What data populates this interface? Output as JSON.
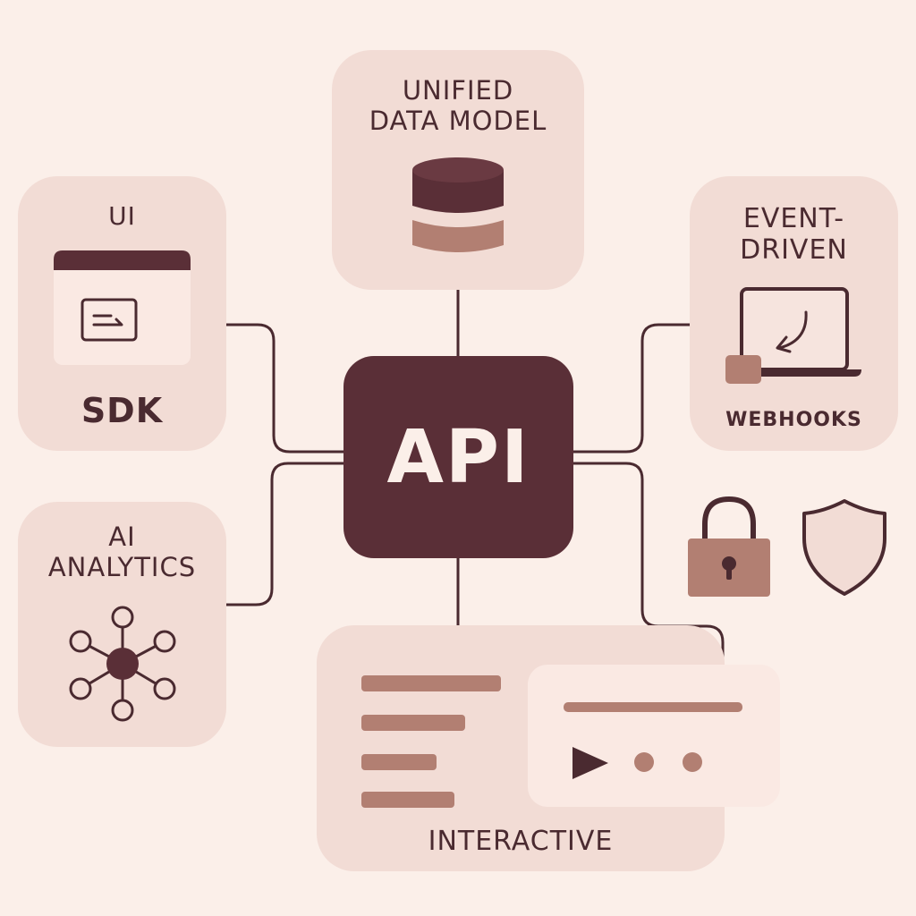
{
  "colors": {
    "background": "#fbefe9",
    "card": "#f2dcd5",
    "dark": "#5a2f37",
    "muted": "#b27f72",
    "line": "#4a2a30"
  },
  "api": {
    "label": "API"
  },
  "cards": {
    "ui_sdk": {
      "top_label": "UI",
      "bottom_label": "SDK",
      "icon": "browser-window-icon"
    },
    "unified_data_model": {
      "label": "UNIFIED\nDATA MODEL",
      "icon": "database-icon"
    },
    "event_driven": {
      "top_label": "EVENT-\nDRIVEN",
      "bottom_label": "WEBHOOKS",
      "icon": "laptop-arrow-icon"
    },
    "ai_analytics": {
      "label": "AI\nANALYTICS",
      "icon": "network-nodes-icon"
    },
    "interactive": {
      "label": "INTERACTIVE",
      "icon": "media-player-icon"
    }
  },
  "security_icons": [
    "padlock-icon",
    "shield-icon"
  ]
}
